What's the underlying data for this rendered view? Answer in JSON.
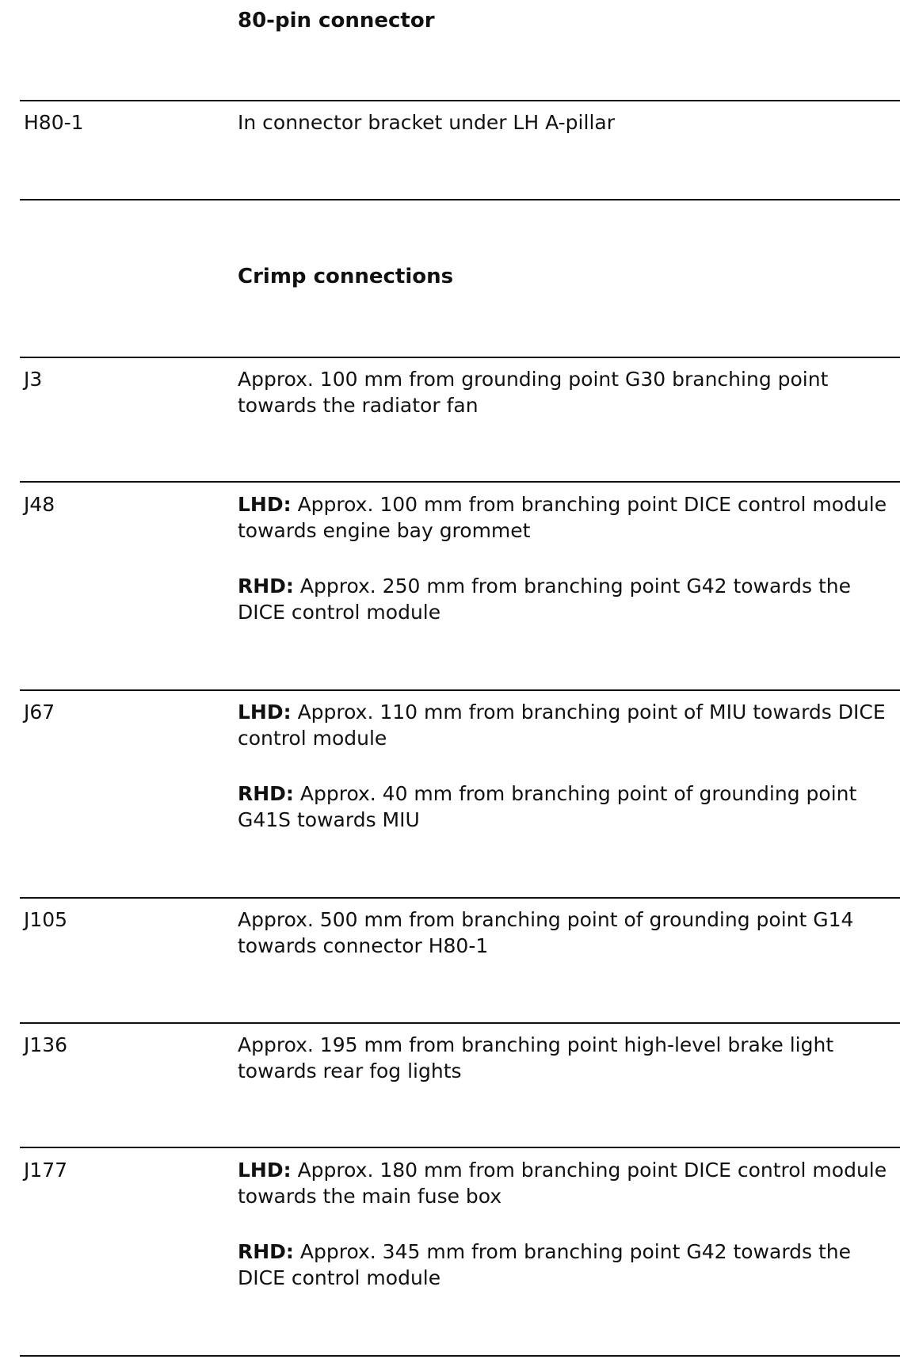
{
  "section_80pin": {
    "heading": "80-pin connector",
    "rows": [
      {
        "code": "H80-1",
        "paras": [
          {
            "variant": "",
            "text": "In connector bracket under LH A-pillar"
          }
        ]
      }
    ]
  },
  "section_crimp": {
    "heading": "Crimp connections",
    "rows": [
      {
        "code": "J3",
        "paras": [
          {
            "variant": "",
            "text": "Approx. 100 mm from grounding point G30 branching point towards the radiator fan"
          }
        ]
      },
      {
        "code": "J48",
        "paras": [
          {
            "variant": "LHD:",
            "text": "Approx. 100 mm from branching point DICE control module towards engine bay grommet"
          },
          {
            "variant": "RHD:",
            "text": "Approx. 250 mm from branching point G42 towards the DICE control module"
          }
        ]
      },
      {
        "code": "J67",
        "paras": [
          {
            "variant": "LHD:",
            "text": "Approx. 110 mm from branching point of MIU towards DICE control module"
          },
          {
            "variant": "RHD:",
            "text": "Approx. 40 mm from branching point of grounding point G41S towards MIU"
          }
        ]
      },
      {
        "code": "J105",
        "paras": [
          {
            "variant": "",
            "text": "Approx. 500 mm from branching point of grounding point G14 towards connector H80-1"
          }
        ]
      },
      {
        "code": "J136",
        "paras": [
          {
            "variant": "",
            "text": "Approx. 195 mm from branching point high-level brake light towards rear fog lights"
          }
        ]
      },
      {
        "code": "J177",
        "paras": [
          {
            "variant": "LHD:",
            "text": "Approx. 180 mm from branching point DICE control module towards the main fuse box"
          },
          {
            "variant": "RHD:",
            "text": "Approx. 345 mm from branching point G42 towards the DICE control module"
          }
        ]
      }
    ]
  }
}
